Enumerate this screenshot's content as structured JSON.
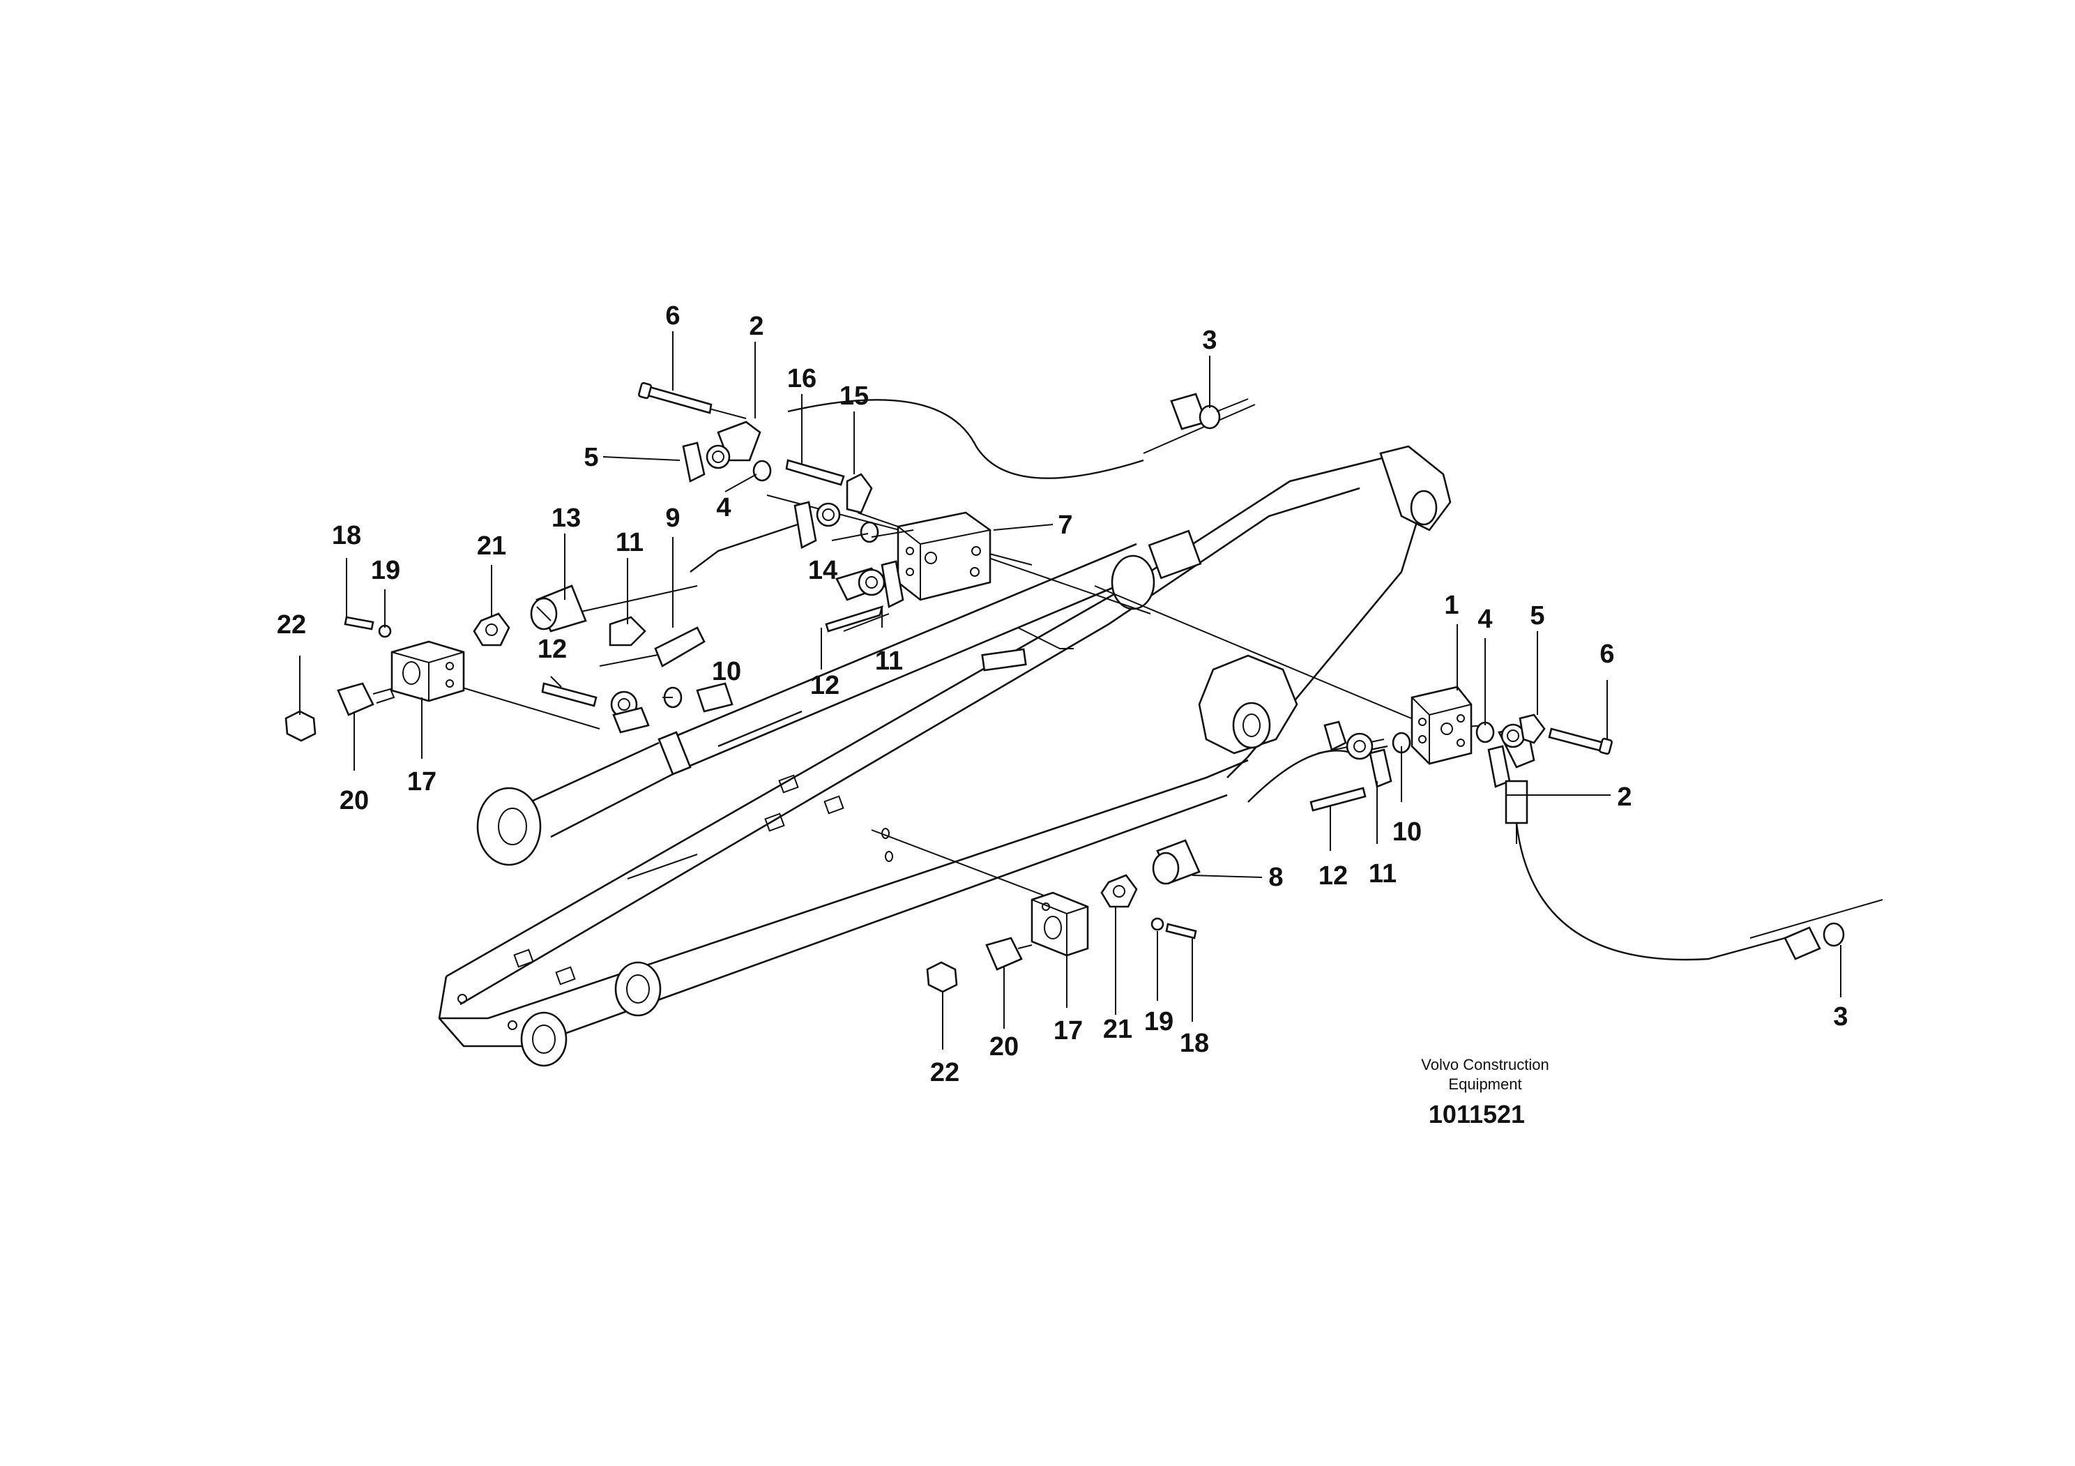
{
  "caption": {
    "company_line1": "Volvo Construction",
    "company_line2": "Equipment",
    "figure_number": "1011521"
  },
  "callouts": {
    "c1": "1",
    "c2a": "2",
    "c2b": "2",
    "c3a": "3",
    "c3b": "3",
    "c4a": "4",
    "c4b": "4",
    "c5a": "5",
    "c5b": "5",
    "c6a": "6",
    "c6b": "6",
    "c7": "7",
    "c8": "8",
    "c9": "9",
    "c10a": "10",
    "c10b": "10",
    "c11a": "11",
    "c11b": "11",
    "c11c": "11",
    "c12a": "12",
    "c12b": "12",
    "c12c": "12",
    "c13": "13",
    "c14": "14",
    "c15": "15",
    "c16": "16",
    "c17a": "17",
    "c17b": "17",
    "c18a": "18",
    "c18b": "18",
    "c19a": "19",
    "c19b": "19",
    "c20a": "20",
    "c20b": "20",
    "c21a": "21",
    "c21b": "21",
    "c22a": "22",
    "c22b": "22"
  }
}
